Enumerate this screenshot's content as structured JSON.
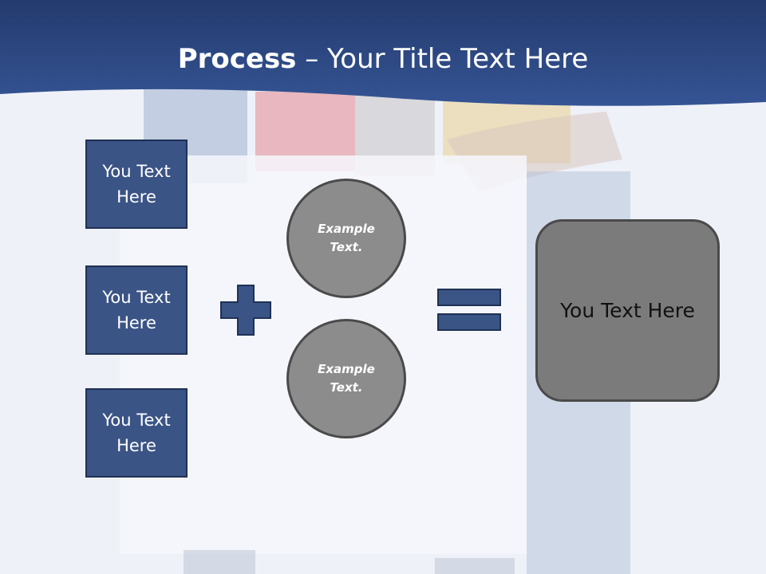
{
  "slide": {
    "title_bold": "Process",
    "title_rest": " – Your Title Text Here",
    "boxes": [
      {
        "line1": "You Text",
        "line2": "Here"
      },
      {
        "line1": "You Text",
        "line2": "Here"
      },
      {
        "line1": "You Text",
        "line2": "Here"
      }
    ],
    "circles": [
      {
        "line1": "Example",
        "line2": "Text."
      },
      {
        "line1": "Example",
        "line2": "Text."
      }
    ],
    "result_text": "You Text Here"
  },
  "colors": {
    "header_blue": "#2d4a85",
    "box_fill": "#3b5486",
    "circle_fill": "#8c8c8c",
    "result_fill": "#7b7b7b"
  }
}
